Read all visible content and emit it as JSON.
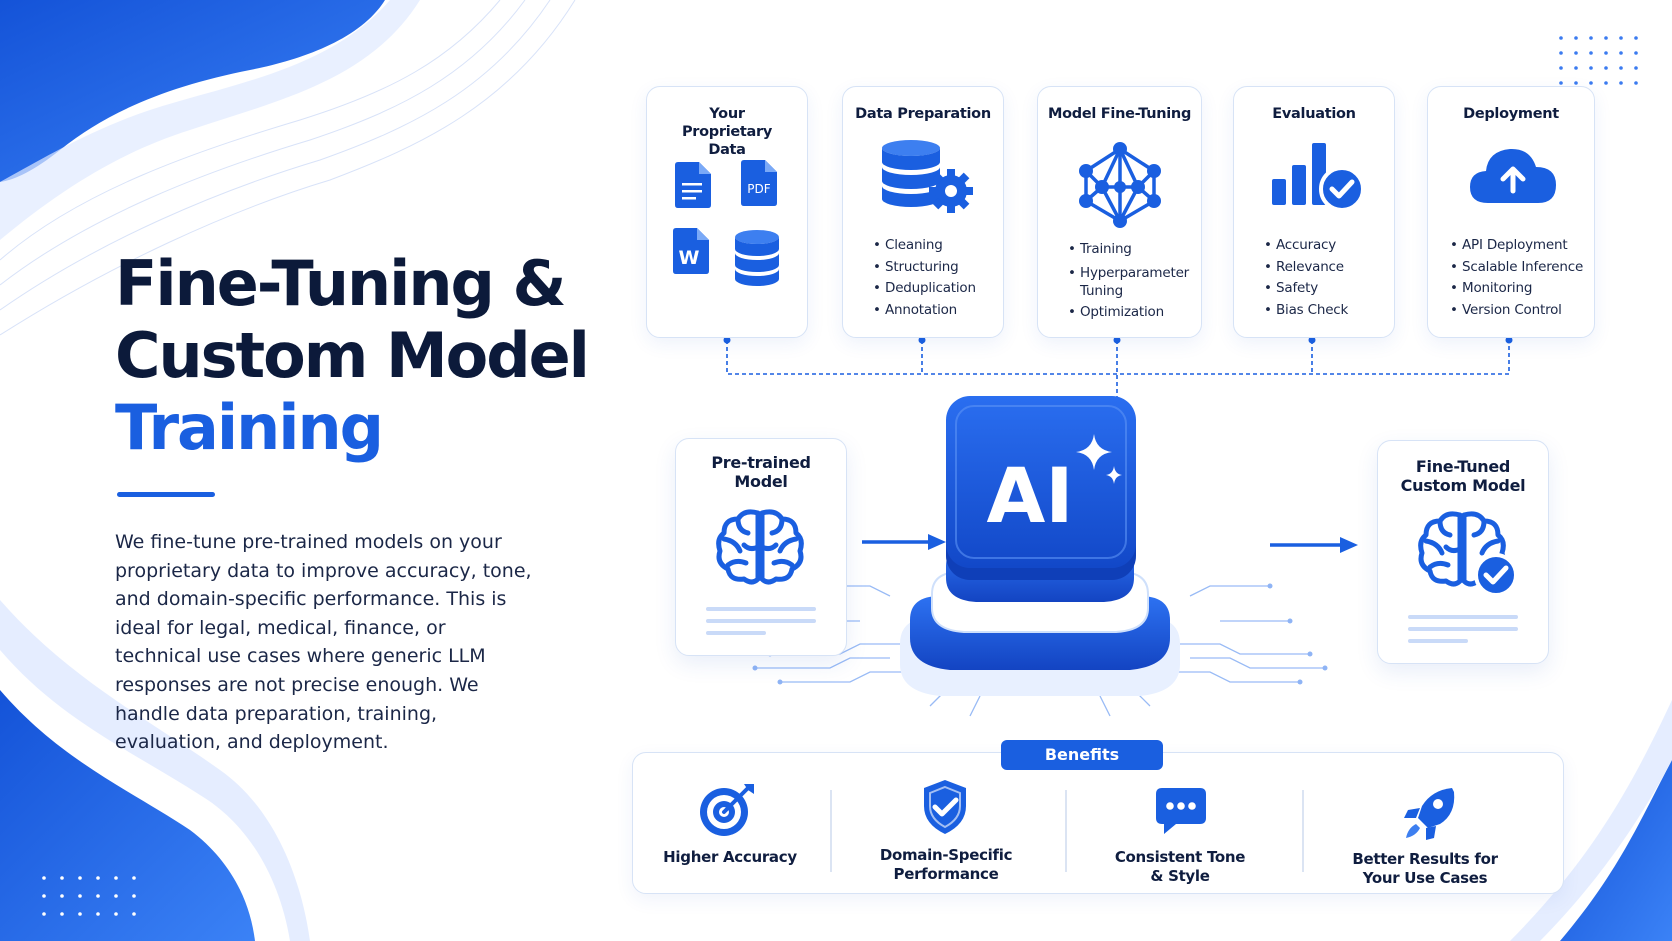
{
  "hero": {
    "title_line1": "Fine-Tuning &",
    "title_line2": "Custom Model",
    "title_line3": "Training",
    "description": "We fine-tune pre-trained models on your proprietary data to improve accuracy, tone, and domain-specific performance. This is ideal for legal, medical, finance, or technical use cases where generic LLM responses are not precise enough. We handle data preparation, training, evaluation, and deployment."
  },
  "steps": [
    {
      "title": "Your Proprietary Data",
      "items": [],
      "icons": [
        "document-icon",
        "pdf-icon",
        "word-icon",
        "database-icon"
      ],
      "icon_text": {
        "pdf": "PDF",
        "word": "W"
      }
    },
    {
      "title": "Data Preparation",
      "items": [
        "Cleaning",
        "Structuring",
        "Deduplication",
        "Annotation"
      ],
      "icons": [
        "database-gear-icon"
      ]
    },
    {
      "title": "Model Fine-Tuning",
      "items": [
        "Training",
        "Hyperparameter Tuning",
        "Optimization"
      ],
      "icons": [
        "neural-network-icon"
      ]
    },
    {
      "title": "Evaluation",
      "items": [
        "Accuracy",
        "Relevance",
        "Safety",
        "Bias Check"
      ],
      "icons": [
        "bar-chart-check-icon"
      ]
    },
    {
      "title": "Deployment",
      "items": [
        "API Deployment",
        "Scalable Inference",
        "Monitoring",
        "Version Control"
      ],
      "icons": [
        "cloud-upload-icon"
      ]
    }
  ],
  "center": {
    "chip_label": "AI",
    "icons": [
      "sparkle-icon",
      "circuit-lines"
    ]
  },
  "pretrained": {
    "title": "Pre-trained Model",
    "icon": "brain-icon"
  },
  "finetuned": {
    "title": "Fine-Tuned Custom Model",
    "icon": "brain-check-icon"
  },
  "benefits": {
    "label": "Benefits",
    "items": [
      {
        "label": "Higher Accuracy",
        "icon": "target-icon"
      },
      {
        "label": "Domain-Specific Performance",
        "icon": "shield-check-icon"
      },
      {
        "label": "Consistent Tone & Style",
        "icon": "chat-bubble-icon"
      },
      {
        "label": "Better Results for Your Use Cases",
        "icon": "rocket-icon"
      }
    ]
  },
  "colors": {
    "accent": "#1a5fe0",
    "accent_light": "#3d7ff0",
    "navy": "#0c1a3a",
    "card_border": "#d7e3f6"
  }
}
